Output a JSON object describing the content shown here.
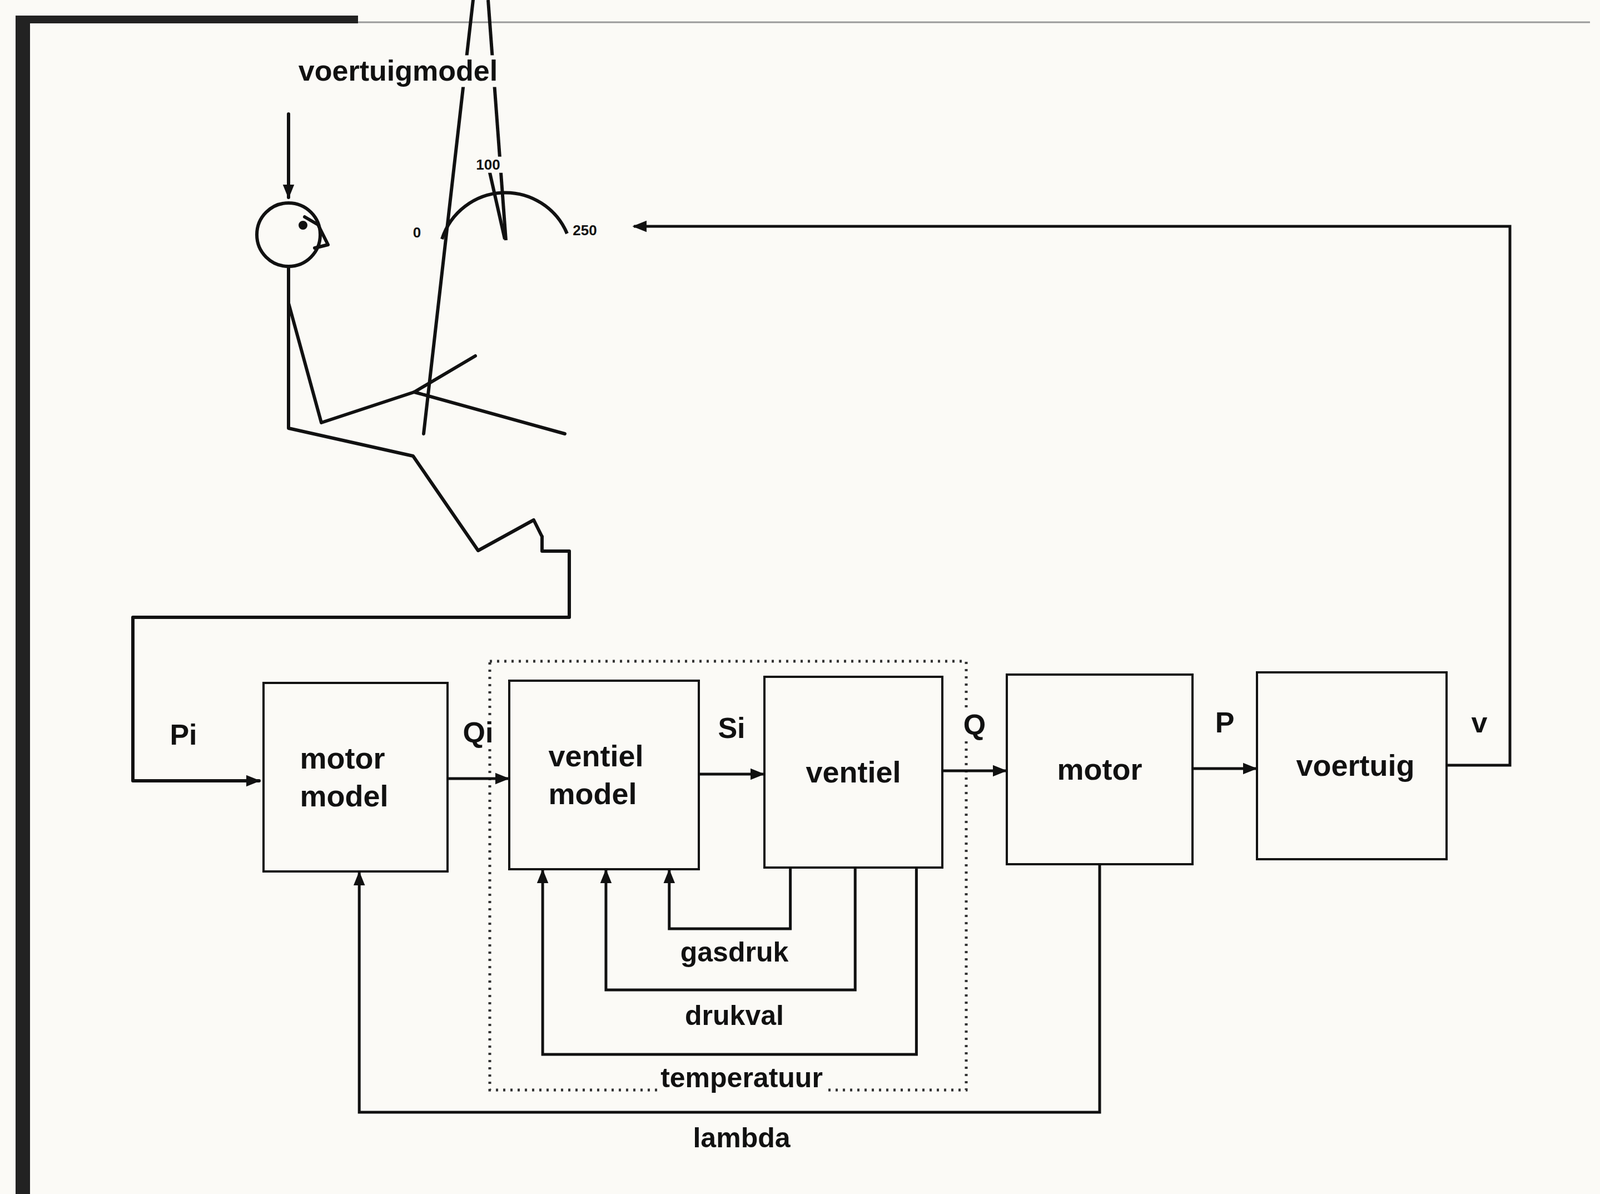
{
  "diagram": {
    "nodes": [
      {
        "text": [
          "motor model"
        ]
      },
      {
        "text": [
          "ventiel model"
        ]
      },
      {
        "text": [
          "ventiel"
        ]
      },
      {
        "text": [
          "motor"
        ]
      },
      {
        "text": [
          "voertuig"
        ]
      }
    ],
    "edges": [
      {
        "from": 0,
        "to": 1,
        "label": "Qi",
        "arrow": "to"
      },
      {
        "from": 1,
        "to": 2,
        "label": "Si",
        "arrow": "to"
      },
      {
        "from": 2,
        "to": 3,
        "label": "Q",
        "arrow": "to"
      },
      {
        "from": 3,
        "to": 4,
        "label": "P",
        "arrow": "to"
      },
      {
        "from": 2,
        "to": 1,
        "label": "gasdruk",
        "arrow": "to"
      },
      {
        "from": 2,
        "to": 1,
        "label": "drukval",
        "arrow": "to"
      },
      {
        "from": 2,
        "to": 1,
        "label": "temperatuur",
        "arrow": "to"
      },
      {
        "from": 3,
        "to": 0,
        "label": "lambda",
        "arrow": "to"
      }
    ],
    "labels": [
      "voertuigmodel",
      "0",
      "100",
      "250",
      "Pi",
      "v"
    ]
  }
}
